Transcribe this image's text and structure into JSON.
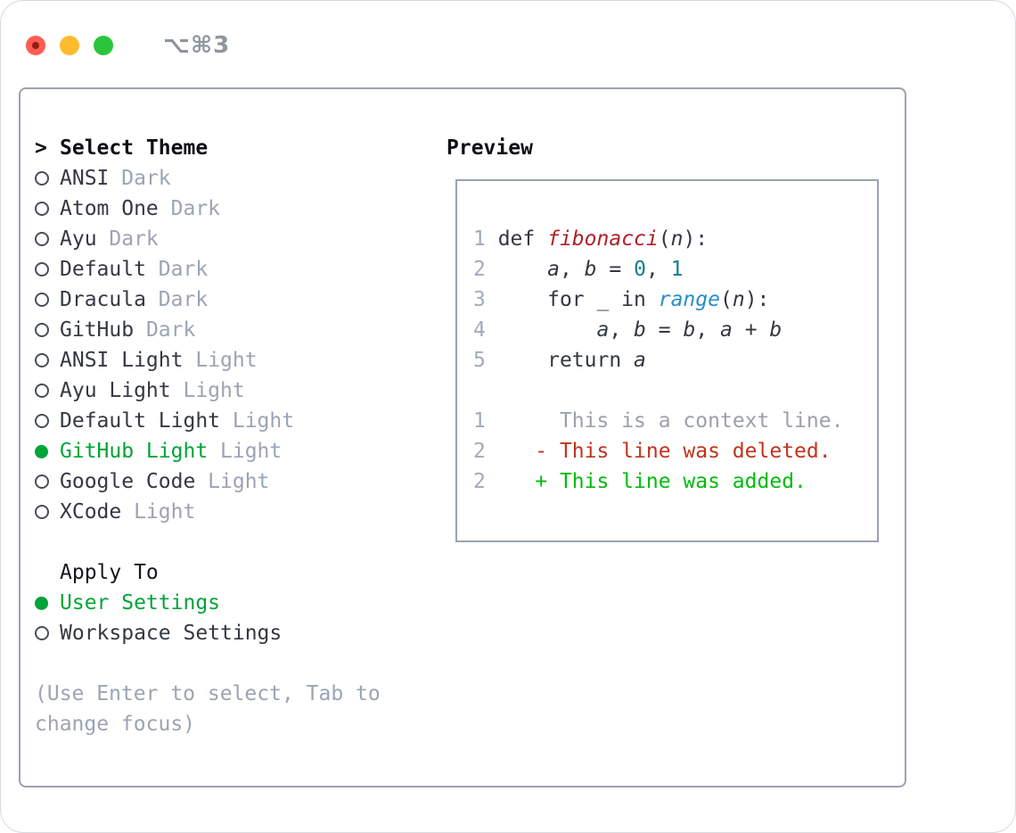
{
  "window": {
    "title": "⌥⌘3",
    "traffic_lights": [
      "close",
      "minimize",
      "zoom"
    ]
  },
  "theme_picker": {
    "prompt": ">",
    "title": "Select Theme",
    "items": [
      {
        "name": "ANSI",
        "variant": "Dark",
        "selected": false
      },
      {
        "name": "Atom One",
        "variant": "Dark",
        "selected": false
      },
      {
        "name": "Ayu",
        "variant": "Dark",
        "selected": false
      },
      {
        "name": "Default",
        "variant": "Dark",
        "selected": false
      },
      {
        "name": "Dracula",
        "variant": "Dark",
        "selected": false
      },
      {
        "name": "GitHub",
        "variant": "Dark",
        "selected": false
      },
      {
        "name": "ANSI Light",
        "variant": "Light",
        "selected": false
      },
      {
        "name": "Ayu Light",
        "variant": "Light",
        "selected": false
      },
      {
        "name": "Default Light",
        "variant": "Light",
        "selected": false
      },
      {
        "name": "GitHub Light",
        "variant": "Light",
        "selected": true
      },
      {
        "name": "Google Code",
        "variant": "Light",
        "selected": false
      },
      {
        "name": "XCode",
        "variant": "Light",
        "selected": false
      }
    ]
  },
  "apply_to": {
    "title": "Apply To",
    "options": [
      {
        "name": "User Settings",
        "selected": true
      },
      {
        "name": "Workspace Settings",
        "selected": false
      }
    ]
  },
  "hint": "(Use Enter to select, Tab to change focus)",
  "preview": {
    "title": "Preview",
    "code_lines": [
      {
        "num": "1",
        "segs": [
          {
            "t": " def ",
            "c": "plain"
          },
          {
            "t": "fibonacci",
            "c": "fn"
          },
          {
            "t": "(",
            "c": "plain"
          },
          {
            "t": "n",
            "c": "var"
          },
          {
            "t": "):",
            "c": "plain"
          }
        ]
      },
      {
        "num": "2",
        "segs": [
          {
            "t": "     ",
            "c": "plain"
          },
          {
            "t": "a",
            "c": "var"
          },
          {
            "t": ", ",
            "c": "plain"
          },
          {
            "t": "b",
            "c": "var"
          },
          {
            "t": " = ",
            "c": "plain"
          },
          {
            "t": "0",
            "c": "num"
          },
          {
            "t": ", ",
            "c": "plain"
          },
          {
            "t": "1",
            "c": "num"
          }
        ]
      },
      {
        "num": "3",
        "segs": [
          {
            "t": "     for _ in ",
            "c": "plain"
          },
          {
            "t": "range",
            "c": "builtin"
          },
          {
            "t": "(",
            "c": "plain"
          },
          {
            "t": "n",
            "c": "var"
          },
          {
            "t": "):",
            "c": "plain"
          }
        ]
      },
      {
        "num": "4",
        "segs": [
          {
            "t": "         ",
            "c": "plain"
          },
          {
            "t": "a",
            "c": "var"
          },
          {
            "t": ", ",
            "c": "plain"
          },
          {
            "t": "b",
            "c": "var"
          },
          {
            "t": " = ",
            "c": "plain"
          },
          {
            "t": "b",
            "c": "var"
          },
          {
            "t": ", ",
            "c": "plain"
          },
          {
            "t": "a",
            "c": "var"
          },
          {
            "t": " + ",
            "c": "plain"
          },
          {
            "t": "b",
            "c": "var"
          }
        ]
      },
      {
        "num": "5",
        "segs": [
          {
            "t": "     return ",
            "c": "plain"
          },
          {
            "t": "a",
            "c": "var"
          }
        ]
      }
    ],
    "diff_lines": [
      {
        "num": "1",
        "segs": [
          {
            "t": "      ",
            "c": "plain"
          },
          {
            "t": "This is a context line.",
            "c": "ctx"
          }
        ]
      },
      {
        "num": "2",
        "segs": [
          {
            "t": "    ",
            "c": "plain"
          },
          {
            "t": "- This line was deleted.",
            "c": "del"
          }
        ]
      },
      {
        "num": "2",
        "segs": [
          {
            "t": "    ",
            "c": "plain"
          },
          {
            "t": "+ This line was added.",
            "c": "add"
          }
        ]
      }
    ]
  },
  "colors": {
    "accent_green": "#00a438",
    "added_green": "#00bb0c",
    "deleted_red": "#c2321c",
    "function_red": "#ae2029",
    "builtin_blue": "#2590c9",
    "number_teal": "#0f7e8c",
    "border_gray": "#9aa3b0",
    "muted_gray": "#9ba4b4",
    "traffic_red": "#ff5d52",
    "traffic_yellow": "#febb2e",
    "traffic_green": "#2bc53d"
  }
}
